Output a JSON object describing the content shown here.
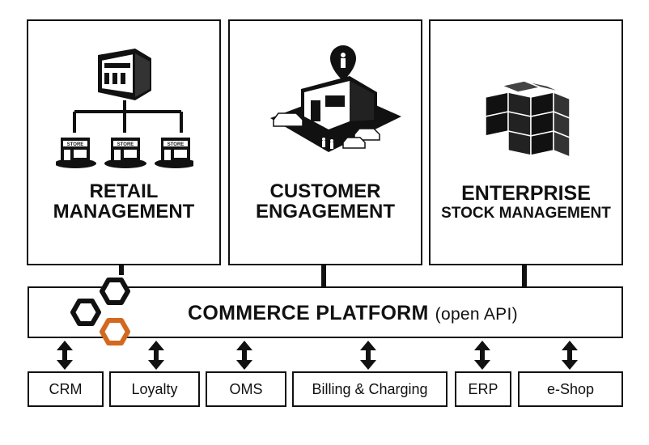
{
  "cards": [
    {
      "line1": "RETAIL",
      "line2": "MANAGEMENT",
      "icon": "store-network-icon"
    },
    {
      "line1": "CUSTOMER",
      "line2": "ENGAGEMENT",
      "icon": "store-location-icon"
    },
    {
      "line1": "ENTERPRISE",
      "line2": "STOCK MANAGEMENT",
      "icon": "stock-boxes-icon"
    }
  ],
  "store_sign": "STORE",
  "platform": {
    "title": "COMMERCE PLATFORM",
    "subtitle": "(open API)",
    "logo": "hexagon-logo-icon"
  },
  "modules": [
    "CRM",
    "Loyalty",
    "OMS",
    "Billing & Charging",
    "ERP",
    "e-Shop"
  ],
  "colors": {
    "line": "#111111",
    "accent": "#d2691e"
  }
}
